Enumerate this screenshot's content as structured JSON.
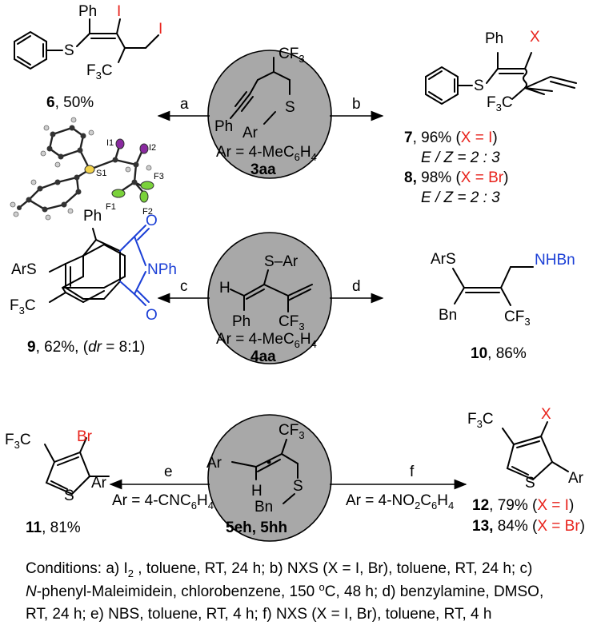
{
  "common": {
    "Ph": "Ph",
    "S": "S",
    "CF3": "CF",
    "F3C": "F",
    "three": "3",
    "Ar": "Ar",
    "ArS": "ArS",
    "Bn": "Bn",
    "H": "H",
    "I": "I",
    "Br": "Br",
    "X": "X",
    "O": "O",
    "N": "N",
    "NHBn": "NHBn",
    "S_Ar": "S–Ar",
    "Bn_S": "Bn–S"
  },
  "center1": {
    "ar_label": "Ar = 4-MeC",
    "ar_sub6": "6",
    "ar_sub4": "H",
    "ar_sub4n": "4",
    "compound": "3aa"
  },
  "center2": {
    "ar_label": "Ar = 4-MeC",
    "ar_sub6": "6",
    "ar_sub4": "H",
    "ar_sub4n": "4",
    "compound": "4aa"
  },
  "center3": {
    "compound": "5eh, 5hh"
  },
  "arrows": {
    "a": "a",
    "b": "b",
    "c": "c",
    "d": "d",
    "e": "e",
    "f": "f",
    "e_cond": "Ar = 4-CNC",
    "e_sub6": "6",
    "e_H": "H",
    "e_sub4": "4",
    "f_cond": "Ar = 4-NO",
    "f_sub2": "2",
    "f_C": "C",
    "f_sub6": "6",
    "f_H": "H",
    "f_sub4": "4"
  },
  "products": {
    "p6": {
      "num": "6",
      "yield": ", 50%"
    },
    "p7": {
      "num": "7",
      "yield": ", 96% (",
      "x": "X = I",
      "close": ")"
    },
    "p7ez": "E / Z = 2 : 3",
    "p8": {
      "num": "8,",
      "yield": " 98% (",
      "x": "X = Br",
      "close": ")"
    },
    "p8ez": "E / Z = 2 : 3",
    "p9": {
      "num": "9",
      "yield": ", 62%, (",
      "dr": "dr",
      "ratio": " = 8:1)"
    },
    "p10": {
      "num": "10",
      "yield": ", 86%"
    },
    "p11": {
      "num": "11",
      "yield": ", 81%"
    },
    "p12": {
      "num": "12",
      "yield": ", 79% (",
      "x": "X = I",
      "close": ")"
    },
    "p13": {
      "num": "13,",
      "yield": " 84% (",
      "x": "X = Br",
      "close": ")"
    }
  },
  "xray": {
    "I1": "I1",
    "I2": "I2",
    "S1": "S1",
    "F1": "F1",
    "F2": "F2",
    "F3": "F3"
  },
  "conditions": {
    "line1a": "Conditions: a) I",
    "line1sub": "2",
    "line1b": " , toluene, RT, 24 h; b) NXS (X = I, Br), toluene, RT, 24 h; c)",
    "line2a": "N",
    "line2b": "-phenyl-Maleimidein, chlorobenzene, 150 ",
    "line2o": "o",
    "line2c": "C, 48 h; d) benzylamine, DMSO,",
    "line3": "RT, 24 h; e) NBS, toluene, RT, 4 h; f) NXS (X = I, Br), toluene, RT, 4 h"
  },
  "colors": {
    "disc": "#a8a8a8",
    "red": "#e8231c",
    "blue": "#1b3fd6",
    "green": "#7ad23a",
    "purple": "#8a2aa0"
  }
}
